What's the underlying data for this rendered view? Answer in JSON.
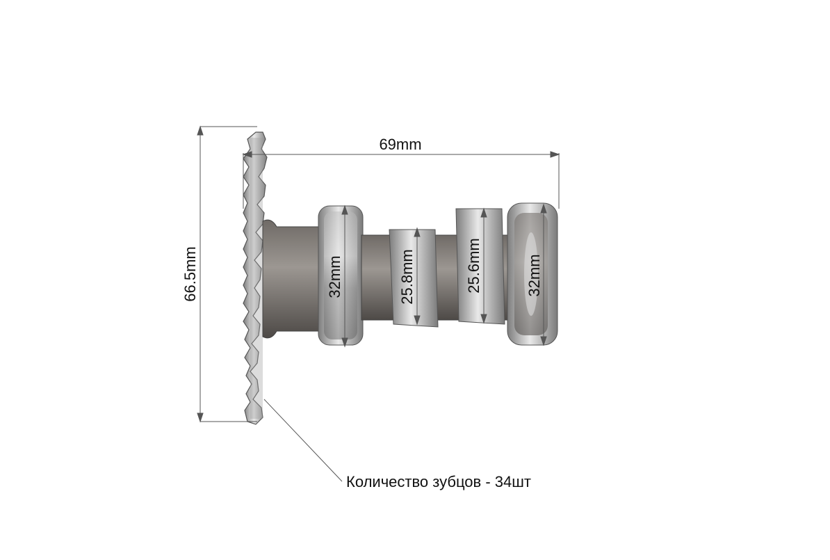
{
  "photo": {
    "subject": "camshaft-with-sprocket-and-bearings",
    "colors": {
      "background": "#ffffff",
      "metal": "#8a8a8a",
      "line": "#444444",
      "text": "#111111"
    }
  },
  "dimensions": {
    "overall_length": "69mm",
    "sprocket_diameter": "66.5mm",
    "bearing_left": "32mm",
    "cam_lobe_left": "25.8mm",
    "cam_lobe_right": "25.6mm",
    "bearing_right": "32mm"
  },
  "callout": {
    "teeth_count": "Количество зубцов - 34шт"
  }
}
